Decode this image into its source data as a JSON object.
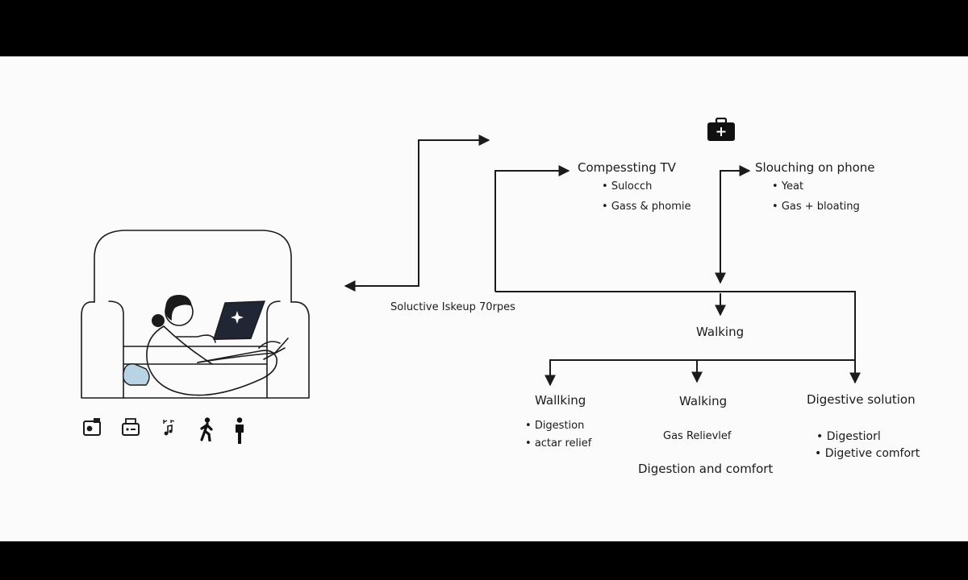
{
  "colors": {
    "ink": "#1b1b1b",
    "background": "#fbfbfb",
    "letterbox": "#000000",
    "cushion": "#b8d4e4",
    "laptop": "#202634"
  },
  "icons": [
    "first-aid-kit-icon",
    "scale-icon",
    "printer-icon",
    "music-notes-icon",
    "walking-person-icon",
    "standing-person-icon"
  ],
  "center_label": "Soluctive Iskeup 70rpes",
  "nodes": {
    "compressing_tv": {
      "title": "Compessting TV",
      "items": [
        "Sulocch",
        "Gass & phomie"
      ]
    },
    "slouching_phone": {
      "title": "Slouching on phone",
      "items": [
        "Yeat",
        "Gas + bloating"
      ]
    },
    "walking_center": {
      "title": "Walking"
    },
    "walking_left": {
      "title": "Wallking",
      "items": [
        "Digestion",
        "actar relief"
      ]
    },
    "walking_middle": {
      "title": "Walking",
      "subtitle": "Gas Relievlef",
      "caption": "Digestion and comfort"
    },
    "digestive_solution": {
      "title": "Digestive solution",
      "items": [
        "Digestiorl",
        "Digetive comfort"
      ]
    }
  }
}
